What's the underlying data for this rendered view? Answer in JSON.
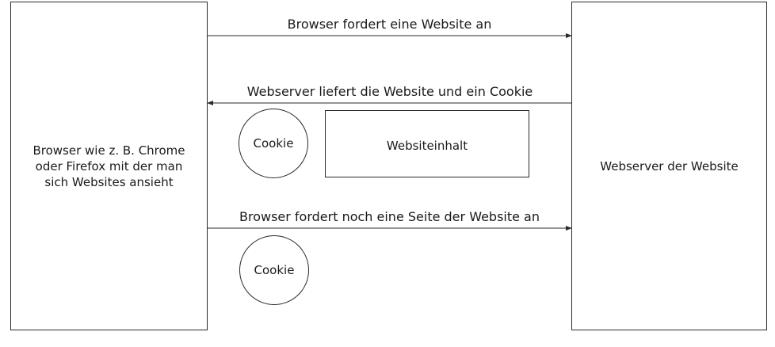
{
  "browser": {
    "label": "Browser wie z. B. Chrome\noder Firefox mit der man\nsich Websites ansieht"
  },
  "server": {
    "label": "Webserver der Website"
  },
  "arrows": {
    "request_1": "Browser fordert eine Website an",
    "response": "Webserver liefert die Website und ein Cookie",
    "request_2": "Browser fordert noch eine Seite der Website an"
  },
  "content": {
    "label": "Websiteinhalt"
  },
  "cookies": {
    "cookie_1": "Cookie",
    "cookie_2": "Cookie"
  }
}
